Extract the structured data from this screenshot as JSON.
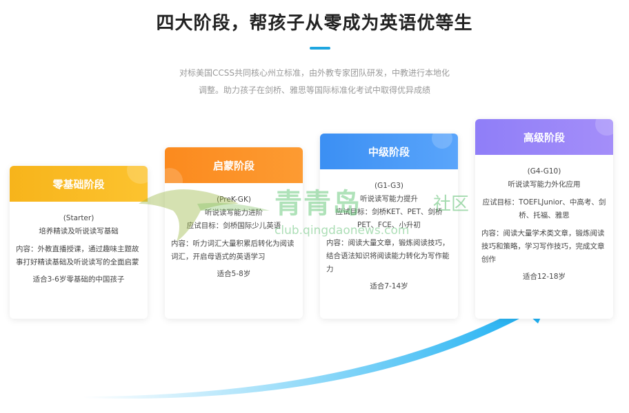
{
  "header": {
    "title": "四大阶段，帮孩子从零成为英语优等生",
    "subtitle_line1": "对标美国CCSS共同核心州立标准，由外教专家团队研发，中教进行本地化",
    "subtitle_line2": "调整。助力孩子在剑桥、雅思等国际标准化考试中取得优异成绩"
  },
  "colors": {
    "accent": "#1ea6e0",
    "stage1": "#f9b923",
    "stage2": "#fc8f24",
    "stage3": "#4595f5",
    "stage4": "#9684f8",
    "arrow": "#2ab7f3"
  },
  "stages": [
    {
      "title": "零基础阶段",
      "level": "(Starter)",
      "focus": "培养精读及听说读写基础",
      "goal": "",
      "content": "内容：外教直播授课，通过趣味主题故事打好精读基础及听说读写的全面启蒙",
      "age": "适合3-6岁零基础的中国孩子"
    },
    {
      "title": "启蒙阶段",
      "level": "(PreK-GK)",
      "focus": "听说读写能力进阶",
      "goal": "应试目标：剑桥国际少儿英语",
      "content": "内容：听力词汇大量积累后转化为阅读词汇，开启母语式的英语学习",
      "age": "适合5-8岁"
    },
    {
      "title": "中级阶段",
      "level": "(G1-G3)",
      "focus": "听说读写能力提升",
      "goal": "应试目标：剑桥KET、PET、剑桥PET、FCE、小升初",
      "content": "内容：阅读大量文章，锻炼阅读技巧，结合语法知识将阅读能力转化为写作能力",
      "age": "适合7-14岁"
    },
    {
      "title": "高级阶段",
      "level": "(G4-G10)",
      "focus": "听说读写能力外化应用",
      "goal": "应试目标：TOEFLJunior、中高考、剑桥、托福、雅思",
      "content": "内容：阅读大量学术类文章，锻炼阅读技巧和策略，学习写作技巧，完成文章创作",
      "age": "适合12-18岁"
    }
  ],
  "watermark": {
    "name": "青青岛",
    "she": "社区",
    "url": "club.qingdaonews.com"
  }
}
